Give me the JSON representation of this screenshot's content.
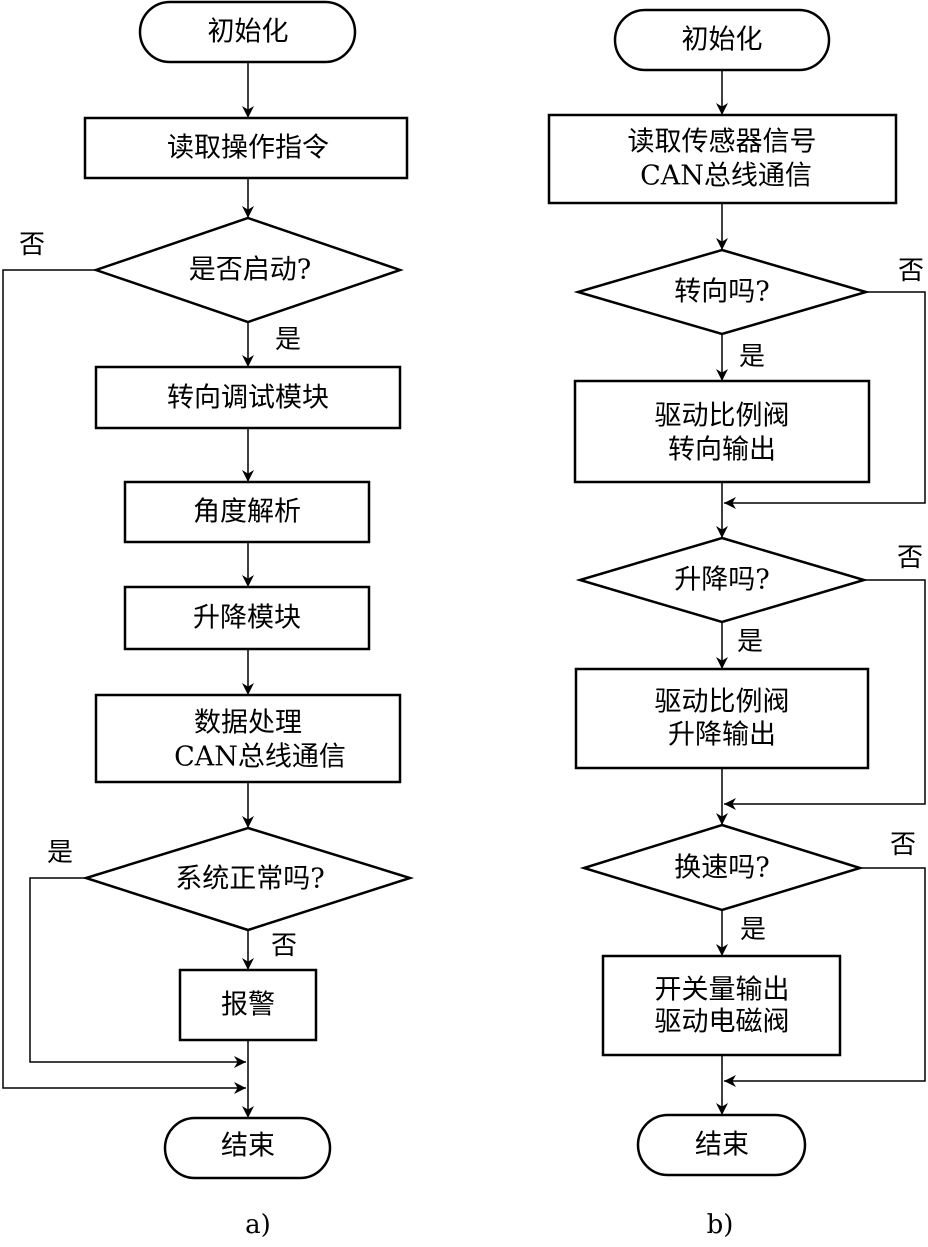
{
  "diagram_a": {
    "caption": "a)",
    "nodes": {
      "init": "初始化",
      "read_op": "读取操作指令",
      "start_q": "是否启动?",
      "steer_debug": "转向调试模块",
      "angle_parse": "角度解析",
      "lift_module": "升降模块",
      "data_proc_1": "数据处理",
      "data_proc_2": "CAN总线通信",
      "sys_normal_q": "系统正常吗?",
      "alarm": "报警",
      "end": "结束"
    },
    "labels": {
      "start_no": "否",
      "start_yes": "是",
      "normal_yes": "是",
      "normal_no": "否"
    }
  },
  "diagram_b": {
    "caption": "b)",
    "nodes": {
      "init": "初始化",
      "read_sensor_1": "读取传感器信号",
      "read_sensor_2": "CAN总线通信",
      "steer_q": "转向吗?",
      "steer_out_1": "驱动比例阀",
      "steer_out_2": "转向输出",
      "lift_q": "升降吗?",
      "lift_out_1": "驱动比例阀",
      "lift_out_2": "升降输出",
      "speed_q": "换速吗?",
      "speed_out_1": "开关量输出",
      "speed_out_2": "驱动电磁阀",
      "end": "结束"
    },
    "labels": {
      "steer_no": "否",
      "steer_yes": "是",
      "lift_no": "否",
      "lift_yes": "是",
      "speed_no": "否",
      "speed_yes": "是"
    }
  }
}
